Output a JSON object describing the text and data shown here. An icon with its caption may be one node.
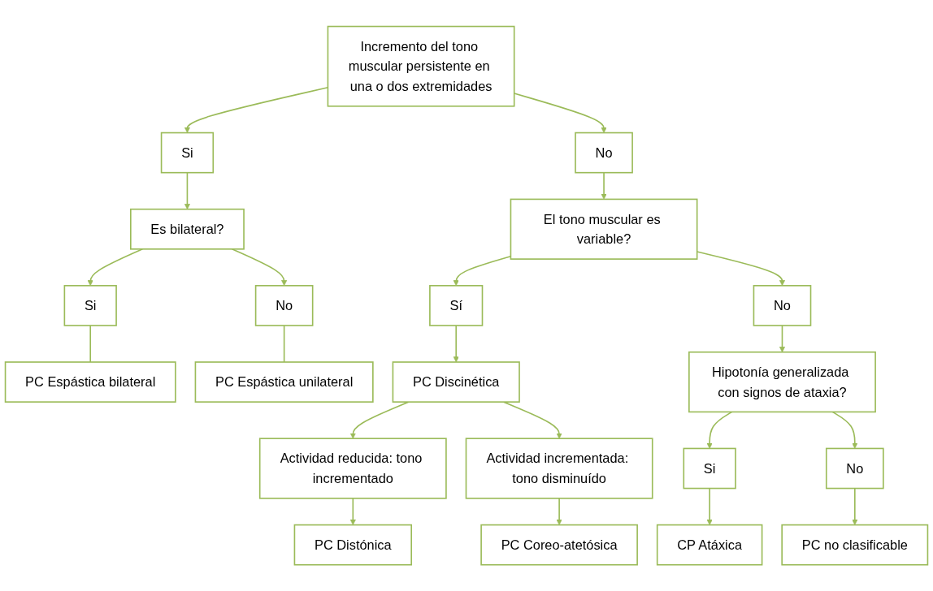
{
  "diagram": {
    "nodes": [
      {
        "text": [
          "Incremento del tono muscular persistente en una o dos extremidades"
        ]
      },
      {
        "text": [
          "Si"
        ]
      },
      {
        "text": [
          "No"
        ]
      },
      {
        "text": [
          "Es bilateral?"
        ]
      },
      {
        "text": [
          "El tono muscular es variable?"
        ]
      },
      {
        "text": [
          "Si"
        ]
      },
      {
        "text": [
          "No"
        ]
      },
      {
        "text": [
          "PC Espástica bilateral"
        ]
      },
      {
        "text": [
          "PC Espástica unilateral"
        ]
      },
      {
        "text": [
          "Sí"
        ]
      },
      {
        "text": [
          "No"
        ]
      },
      {
        "text": [
          "PC Discinética"
        ]
      },
      {
        "text": [
          "Hipotonía generalizada con signos de ataxia?"
        ]
      },
      {
        "text": [
          "Actividad reducida: tono incrementado"
        ]
      },
      {
        "text": [
          "Actividad incrementada: tono disminuído"
        ]
      },
      {
        "text": [
          "Si"
        ]
      },
      {
        "text": [
          "No"
        ]
      },
      {
        "text": [
          "PC Distónica"
        ]
      },
      {
        "text": [
          "PC Coreo-atetósica"
        ]
      },
      {
        "text": [
          "CP Atáxica"
        ]
      },
      {
        "text": [
          "PC no clasificable"
        ]
      }
    ],
    "edges": [
      {
        "from": 0,
        "to": 1,
        "arrow": "to"
      },
      {
        "from": 0,
        "to": 2,
        "arrow": "to"
      },
      {
        "from": 1,
        "to": 3,
        "arrow": "to"
      },
      {
        "from": 2,
        "to": 4,
        "arrow": "to"
      },
      {
        "from": 3,
        "to": 5,
        "arrow": "to"
      },
      {
        "from": 3,
        "to": 6,
        "arrow": "to"
      },
      {
        "from": 5,
        "to": 7,
        "arrow": "none"
      },
      {
        "from": 6,
        "to": 8,
        "arrow": "none"
      },
      {
        "from": 4,
        "to": 9,
        "arrow": "to"
      },
      {
        "from": 4,
        "to": 10,
        "arrow": "to"
      },
      {
        "from": 9,
        "to": 11,
        "arrow": "to"
      },
      {
        "from": 10,
        "to": 12,
        "arrow": "to"
      },
      {
        "from": 11,
        "to": 13,
        "arrow": "to"
      },
      {
        "from": 11,
        "to": 14,
        "arrow": "to"
      },
      {
        "from": 12,
        "to": 15,
        "arrow": "to"
      },
      {
        "from": 12,
        "to": 16,
        "arrow": "to"
      },
      {
        "from": 13,
        "to": 17,
        "arrow": "to"
      },
      {
        "from": 14,
        "to": 18,
        "arrow": "to"
      },
      {
        "from": 15,
        "to": 19,
        "arrow": "to"
      },
      {
        "from": 16,
        "to": 20,
        "arrow": "to"
      }
    ]
  }
}
